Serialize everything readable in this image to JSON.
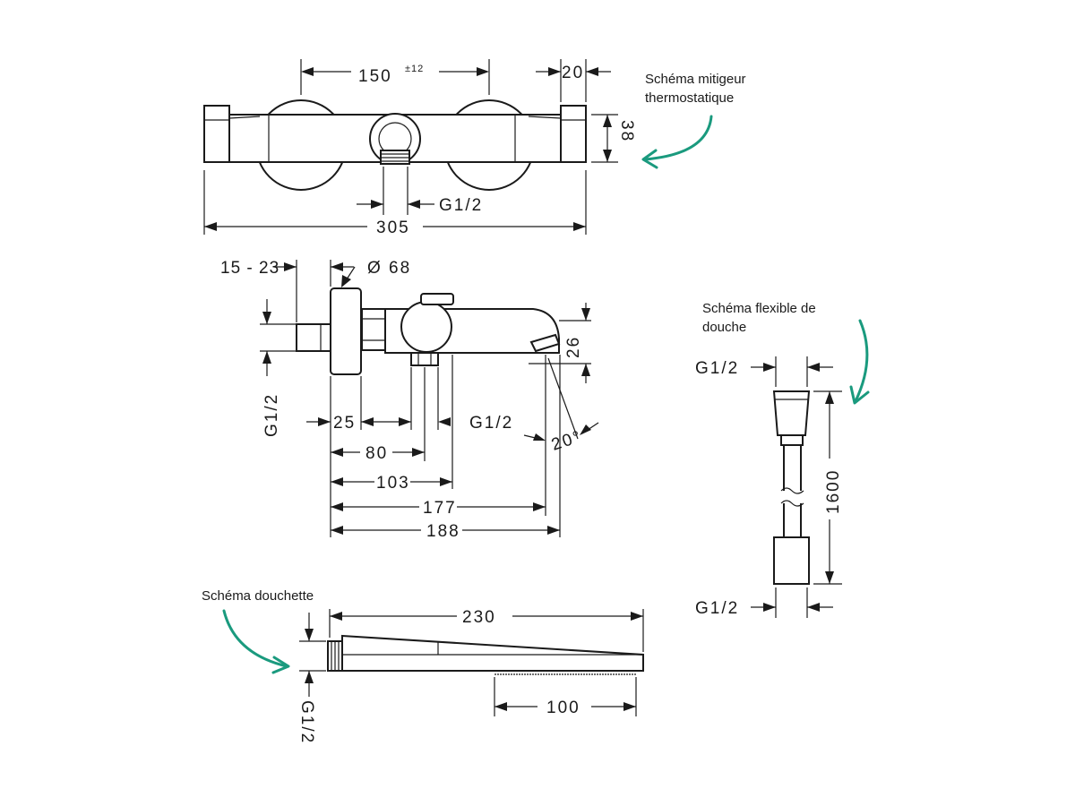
{
  "annotations": {
    "mixer_line1": "Schéma mitigeur",
    "mixer_line2": "thermostatique",
    "hose_line1": "Schéma flexible de",
    "hose_line2": "douche",
    "handshower": "Schéma douchette"
  },
  "thermostat_view": {
    "dim_150": "150",
    "dim_tol": "±12",
    "dim_20": "20",
    "dim_38": "38",
    "dim_g12": "G1/2",
    "dim_305": "305"
  },
  "side_view": {
    "dim_15_23": "15 - 23",
    "dim_dia68": "Ø 68",
    "dim_26": "26",
    "dim_g12_vertical": "G1/2",
    "dim_25": "25",
    "dim_g12": "G1/2",
    "dim_20deg": "20°",
    "dim_80": "80",
    "dim_103": "103",
    "dim_177": "177",
    "dim_188": "188"
  },
  "hose_view": {
    "dim_g12_top": "G1/2",
    "dim_1600": "1600",
    "dim_g12_bottom": "G1/2"
  },
  "handshower_view": {
    "dim_230": "230",
    "dim_g12": "G1/2",
    "dim_100": "100"
  },
  "colors": {
    "line": "#1a1a1a",
    "arrow_accent": "#1a9a7e",
    "background": "#ffffff"
  }
}
